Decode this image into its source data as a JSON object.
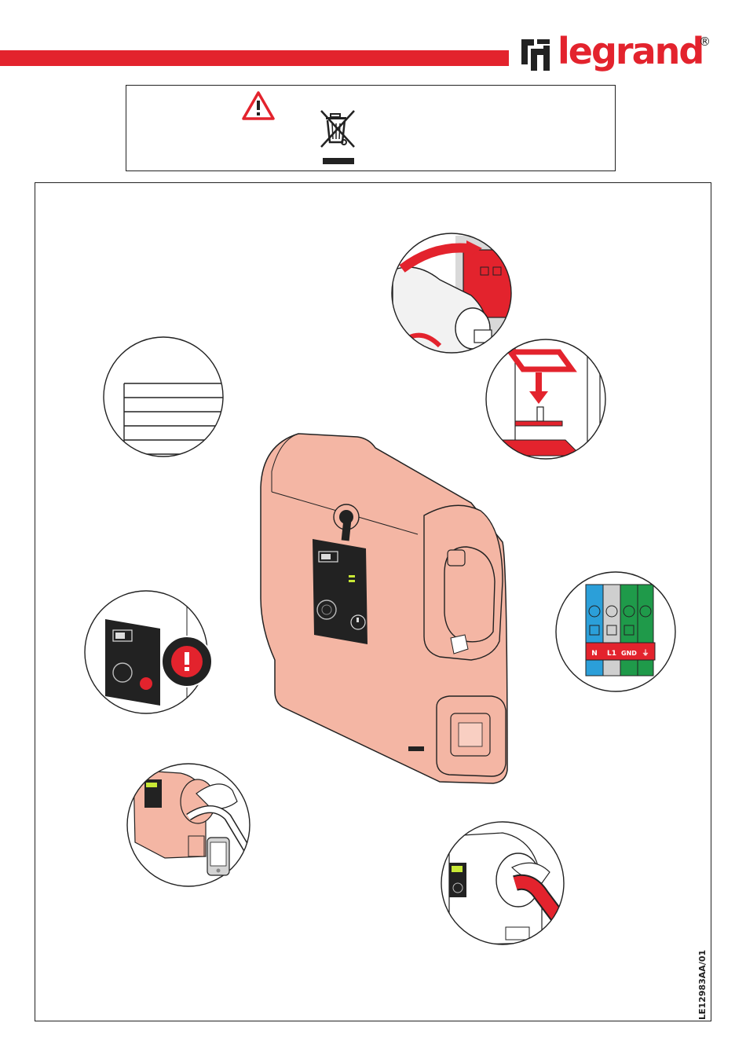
{
  "brand": {
    "name": "legrand",
    "registered_mark": "®",
    "accent_color": "#e3232d"
  },
  "document": {
    "code": "LE12983AA/01"
  },
  "terminals": {
    "labels": [
      "N",
      "L1",
      "GND",
      "⏚"
    ],
    "colors": [
      "#2b9fd9",
      "#cfcfcf",
      "#1f9a4a",
      "#1f9a4a"
    ]
  },
  "icons": [
    "warning-triangle-icon",
    "weee-crossed-bin-icon",
    "legrand-logo-icon",
    "smartphone-icon",
    "power-icon",
    "wifi-icon",
    "error-icon"
  ]
}
